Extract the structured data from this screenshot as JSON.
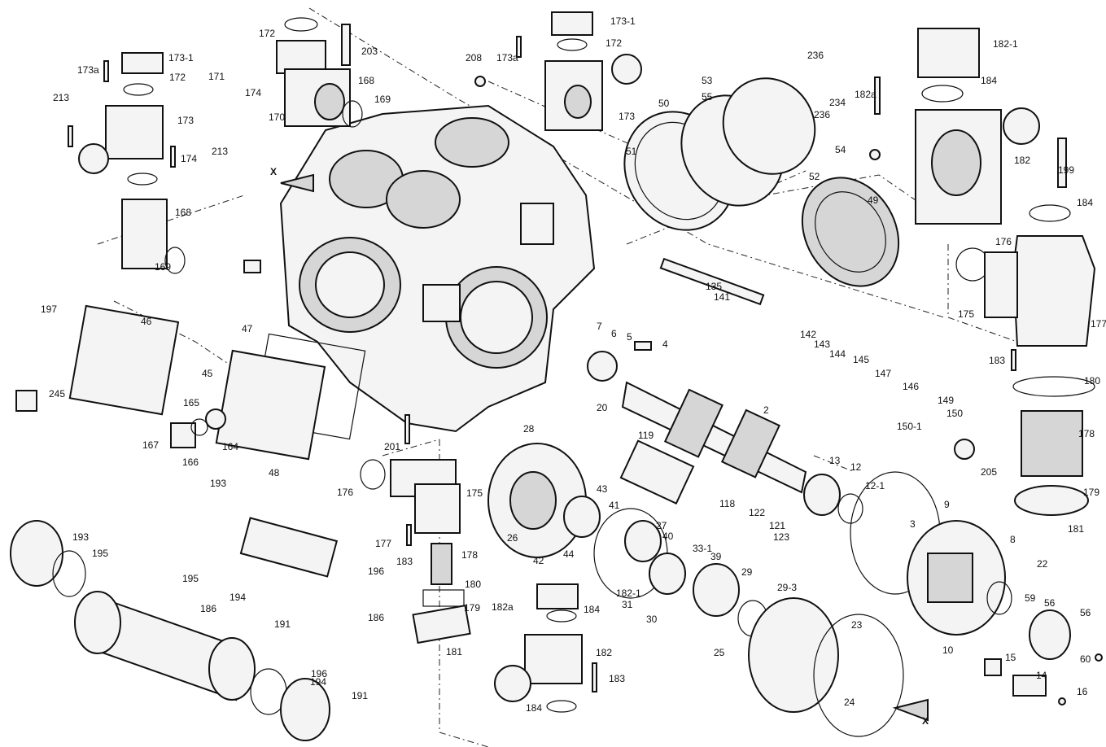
{
  "diagram": {
    "axis_marks": [
      "X",
      "X"
    ],
    "callouts": [
      "172",
      "173-1",
      "173a",
      "172",
      "171",
      "174",
      "203",
      "168",
      "169",
      "170",
      "213",
      "173",
      "174",
      "213",
      "168",
      "169",
      "197",
      "46",
      "47",
      "45",
      "165",
      "164",
      "166",
      "167",
      "48",
      "245",
      "173-1",
      "173a",
      "172",
      "208",
      "173",
      "53",
      "55",
      "50",
      "51",
      "236",
      "234",
      "236",
      "54",
      "52",
      "49",
      "182-1",
      "184",
      "182a",
      "182",
      "199",
      "184",
      "176",
      "175",
      "177",
      "183",
      "180",
      "178",
      "179",
      "181",
      "135",
      "141",
      "142",
      "143",
      "144",
      "145",
      "147",
      "146",
      "149",
      "150",
      "150-1",
      "205",
      "7",
      "6",
      "5",
      "4",
      "2",
      "20",
      "13",
      "12",
      "12-1",
      "9",
      "3",
      "8",
      "22",
      "59",
      "56",
      "56",
      "60",
      "10",
      "15",
      "14",
      "16",
      "28",
      "43",
      "41",
      "27",
      "40",
      "33-1",
      "39",
      "29",
      "29-3",
      "26",
      "42",
      "44",
      "119",
      "118",
      "122",
      "121",
      "123",
      "31",
      "30",
      "25",
      "23",
      "24",
      "201",
      "176",
      "175",
      "177",
      "183",
      "178",
      "180",
      "179",
      "181",
      "182-1",
      "184",
      "182a",
      "182",
      "183",
      "184",
      "193",
      "193",
      "195",
      "195",
      "186",
      "194",
      "196",
      "191",
      "186",
      "196",
      "194",
      "191"
    ]
  }
}
